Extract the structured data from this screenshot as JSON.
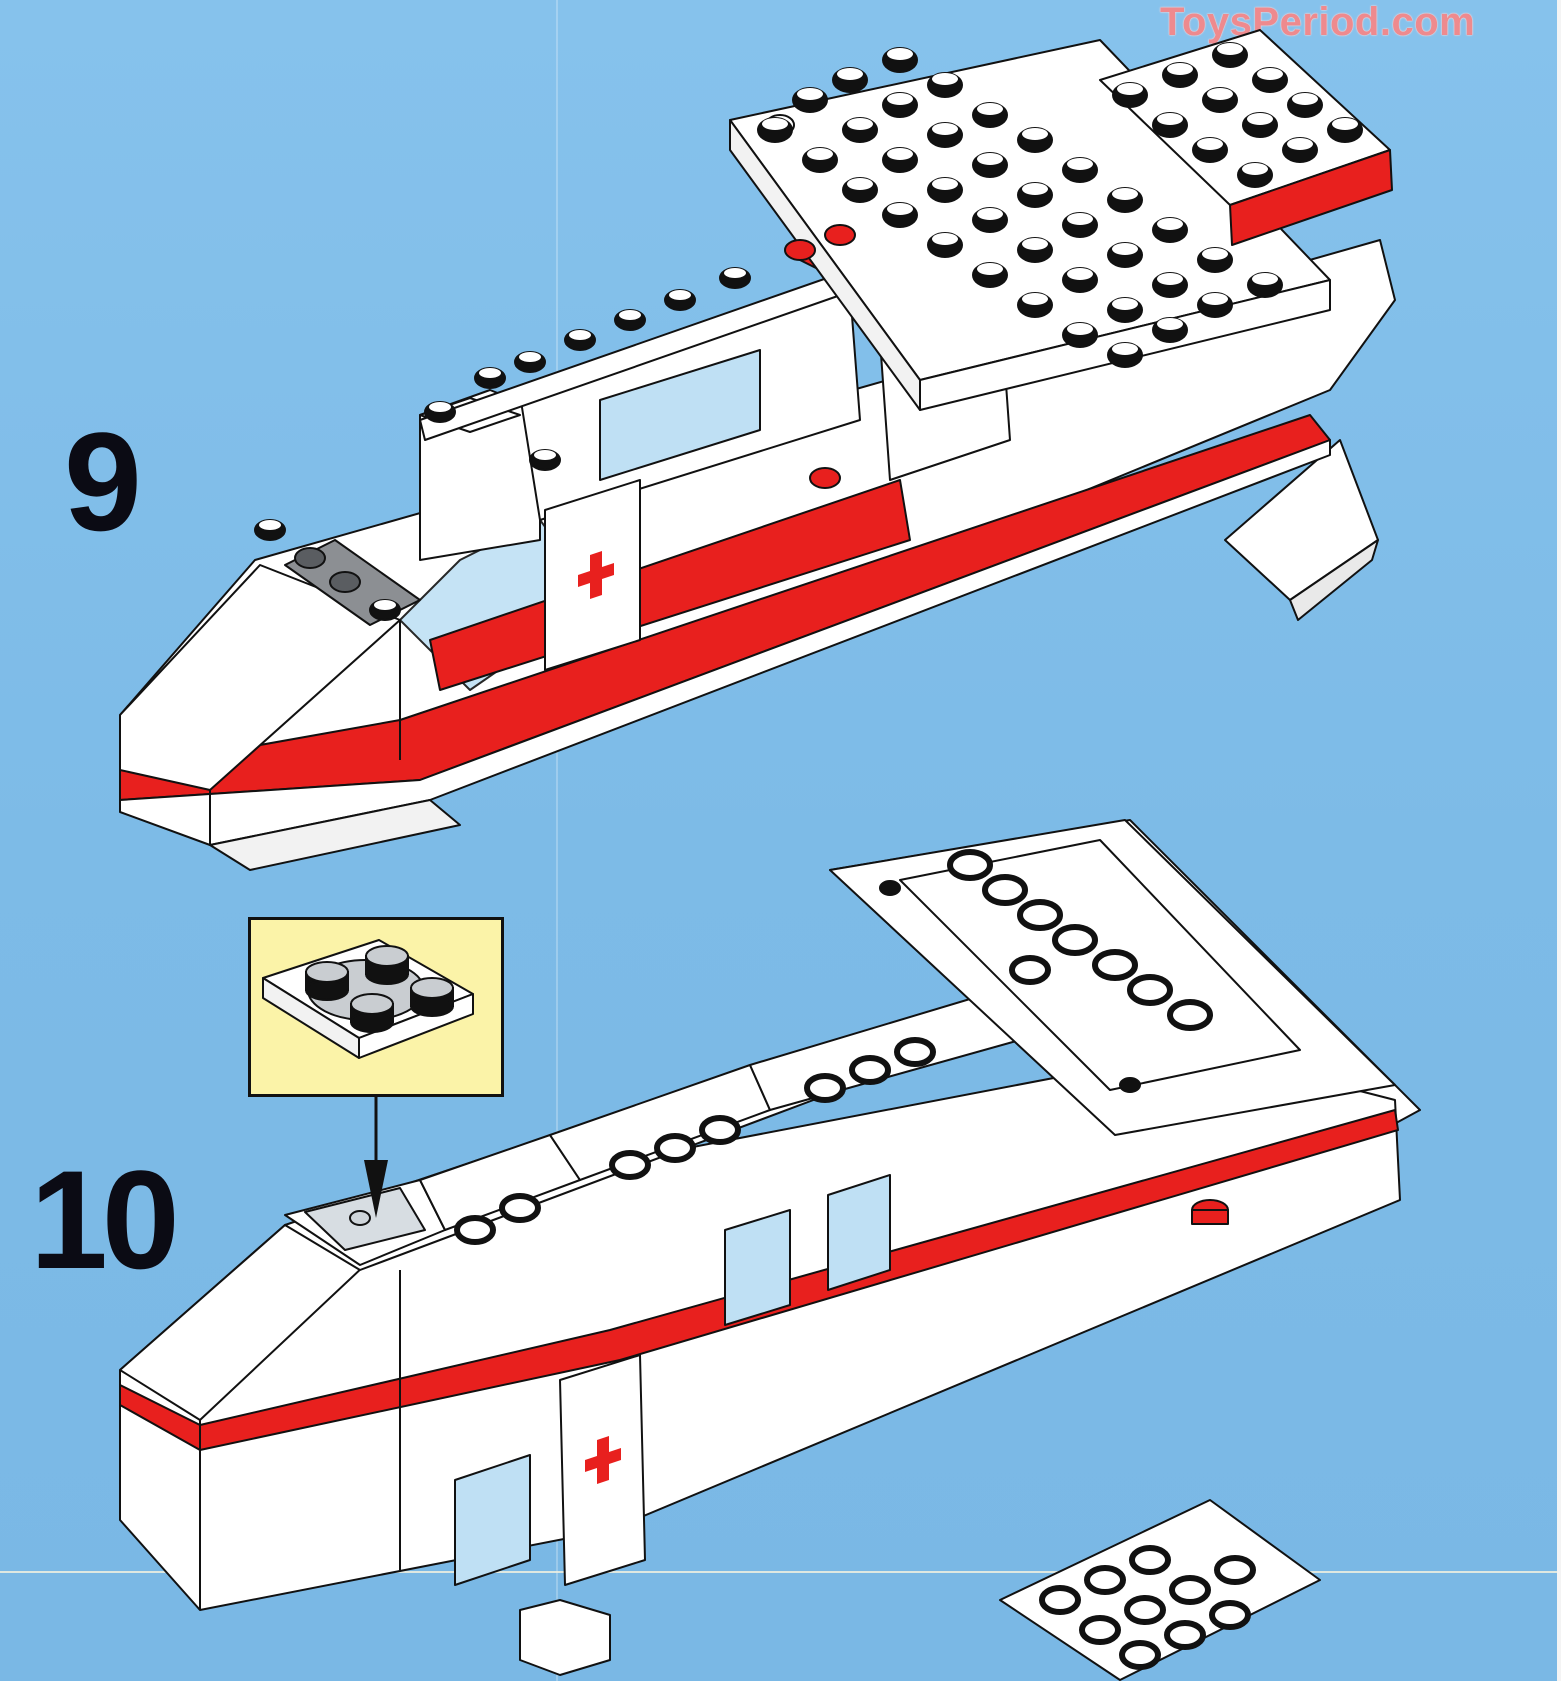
{
  "watermark": "ToysPeriod.com",
  "steps": [
    {
      "number": "9",
      "description": "Assembled ambulance airplane fuselage with top wing plate attached"
    },
    {
      "number": "10",
      "description": "Fuselage with roof plates, 2x2 grey turntable plate added to nose"
    }
  ],
  "callout": {
    "part": "2x2 turntable plate (white base, grey top)",
    "arrow": "down"
  },
  "colors": {
    "background": "#7fbde8",
    "brick_white": "#ffffff",
    "brick_red": "#e8201e",
    "callout_yellow": "#fbf3a8",
    "grey_plate": "#8c8f93",
    "glass": "#bfe0f4",
    "outline": "#111111",
    "watermark": "#ee8a8e"
  }
}
